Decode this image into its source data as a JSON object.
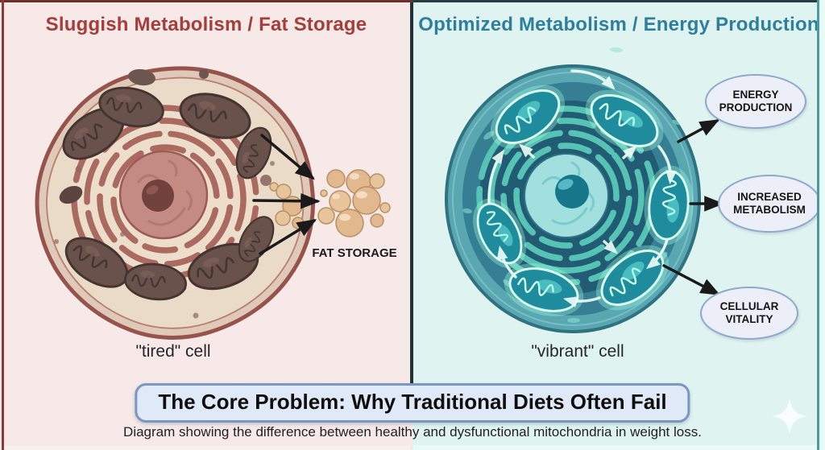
{
  "left_panel": {
    "title": "Sluggish Metabolism / Fat Storage",
    "caption": "\"tired\" cell",
    "fat_label": "FAT STORAGE"
  },
  "right_panel": {
    "title": "Optimized Metabolism / Energy Production",
    "caption": "\"vibrant\" cell",
    "badges": [
      {
        "line1": "ENERGY",
        "line2": "PRODUCTION"
      },
      {
        "line1": "INCREASED",
        "line2": "METABOLISM"
      },
      {
        "line1": "CELLULAR",
        "line2": "VITALITY"
      }
    ]
  },
  "footer": {
    "banner": "The Core Problem: Why Traditional Diets Often Fail",
    "subtitle": "Diagram showing the difference between healthy and dysfunctional mitochondria in weight loss."
  },
  "icons": {
    "sparkle": "four-point-sparkle"
  },
  "colors": {
    "left_bg": "#F7E9E7",
    "left_title": "#A43D3B",
    "left_border": "#8B3A3A",
    "left_cell_membrane": "#95534B",
    "left_cytoplasm": "#E7D2C1",
    "left_mitochondria": "#6A524C",
    "left_er": "#AA6A60",
    "fat_droplet": "#E2B98E",
    "right_bg": "#DFF4F0",
    "right_title": "#2F7E9D",
    "right_border": "#4E99A4",
    "right_cell_fill": "#3D8A9C",
    "right_mitochondria_glow": "#A4FFE3",
    "right_er": "#57C3B4",
    "divider": "#22333A",
    "badge_bg": "#ECEEF8",
    "badge_border": "#8FA9CB",
    "banner_bg": "#E0E9F8",
    "banner_border": "#7C96C2",
    "arrow": "#1A1A1A"
  }
}
